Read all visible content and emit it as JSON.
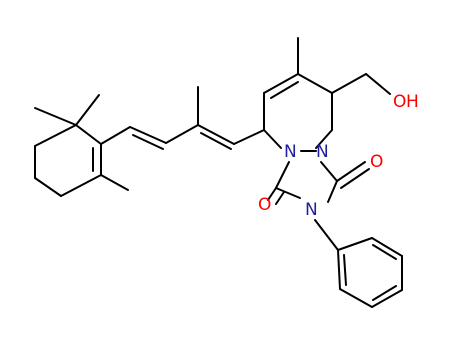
{
  "molecule": {
    "atoms": [
      {
        "label": "O",
        "role": "hydroxyl-oxygen",
        "color": "#ff0000"
      },
      {
        "label": "H",
        "role": "hydroxyl-hydrogen",
        "color": "#ff0000"
      },
      {
        "label": "N",
        "role": "ring-nitrogen-left",
        "color": "#1e1e9f"
      },
      {
        "label": "N",
        "role": "ring-nitrogen-right",
        "color": "#1e1e9f"
      },
      {
        "label": "O",
        "role": "carbonyl-oxygen-upper",
        "color": "#ff0000"
      },
      {
        "label": "O",
        "role": "carbonyl-oxygen-lower",
        "color": "#ff0000"
      },
      {
        "label": "N",
        "role": "imide-nitrogen",
        "color": "#1e1e9f"
      }
    ]
  }
}
